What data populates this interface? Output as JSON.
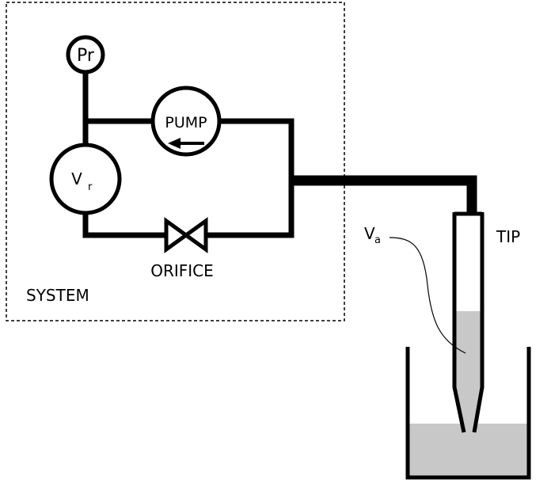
{
  "diagram": {
    "system_label": "SYSTEM",
    "pressure_gauge_label": "Pr",
    "reservoir_label": {
      "main": "V",
      "sub": "r"
    },
    "pump_label": "PUMP",
    "orifice_label": "ORIFICE",
    "tip_label": "TIP",
    "air_volume_label": {
      "main": "V",
      "sub": "a"
    }
  },
  "colors": {
    "line": "#000000",
    "liquid": "#c8c8c8",
    "background": "#ffffff"
  }
}
